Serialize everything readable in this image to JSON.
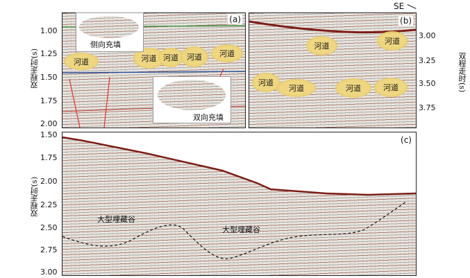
{
  "orientation_label": "SE",
  "y_axis_label": "双程走时(s)",
  "panel_a": {
    "label": "(a)",
    "ticks": [
      "1.00",
      "1.25",
      "1.50",
      "1.75",
      "2.00"
    ],
    "annotations": {
      "side_fill": "侧向充填",
      "bi_fill": "双向充填"
    },
    "channels": [
      "河道",
      "河道",
      "河道",
      "河道",
      "河道"
    ]
  },
  "panel_b": {
    "label": "(b)",
    "ticks": [
      "3.00",
      "3.25",
      "3.50",
      "3.75"
    ],
    "channels": [
      "河道",
      "河道",
      "河道",
      "河道",
      "河道",
      "河道"
    ]
  },
  "panel_c": {
    "label": "(c)",
    "ticks": [
      "1.50",
      "1.75",
      "2.00",
      "2.25",
      "2.50",
      "2.75",
      "3.00"
    ],
    "annotations": [
      "大型埋藏谷",
      "大型埋藏谷"
    ]
  },
  "colors": {
    "channel_fill": "#f1d77e",
    "horizon_red": "#c0392b",
    "horizon_green": "#3a8f3a",
    "horizon_blue": "#2b4f9a",
    "arrow": "#e0332b"
  }
}
